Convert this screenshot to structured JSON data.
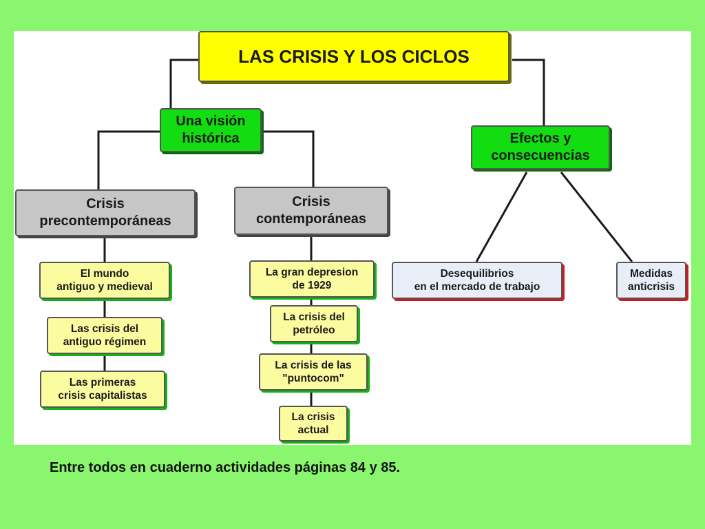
{
  "diagram": {
    "root": "LAS CRISIS Y LOS CICLOS",
    "branches": {
      "historica": "Una visión\nhistórica",
      "efectos": "Efectos y\nconsecuencias"
    },
    "groups": {
      "precontemporaneas": "Crisis\nprecontemporáneas",
      "contemporaneas": "Crisis\ncontemporáneas"
    },
    "precontemporaneas_items": [
      "El mundo\nantiguo y medieval",
      "Las crisis del\nantiguo régimen",
      "Las primeras\ncrisis capitalistas"
    ],
    "contemporaneas_items": [
      "La gran depresion\nde 1929",
      "La crisis del\npetróleo",
      "La crisis de las\n\"puntocom\"",
      "La crisis\nactual"
    ],
    "efectos_items": [
      "Desequilibrios\nen el mercado de trabajo",
      "Medidas\nanticrisis"
    ]
  },
  "footer": "Entre todos en cuaderno actividades páginas 84 y 85.",
  "colors": {
    "background": "#8af56e",
    "title": "#ffff00",
    "branch": "#11dd11",
    "group": "#c6c6c6",
    "item": "#fbfba0",
    "effect_item": "#e8eef8"
  }
}
